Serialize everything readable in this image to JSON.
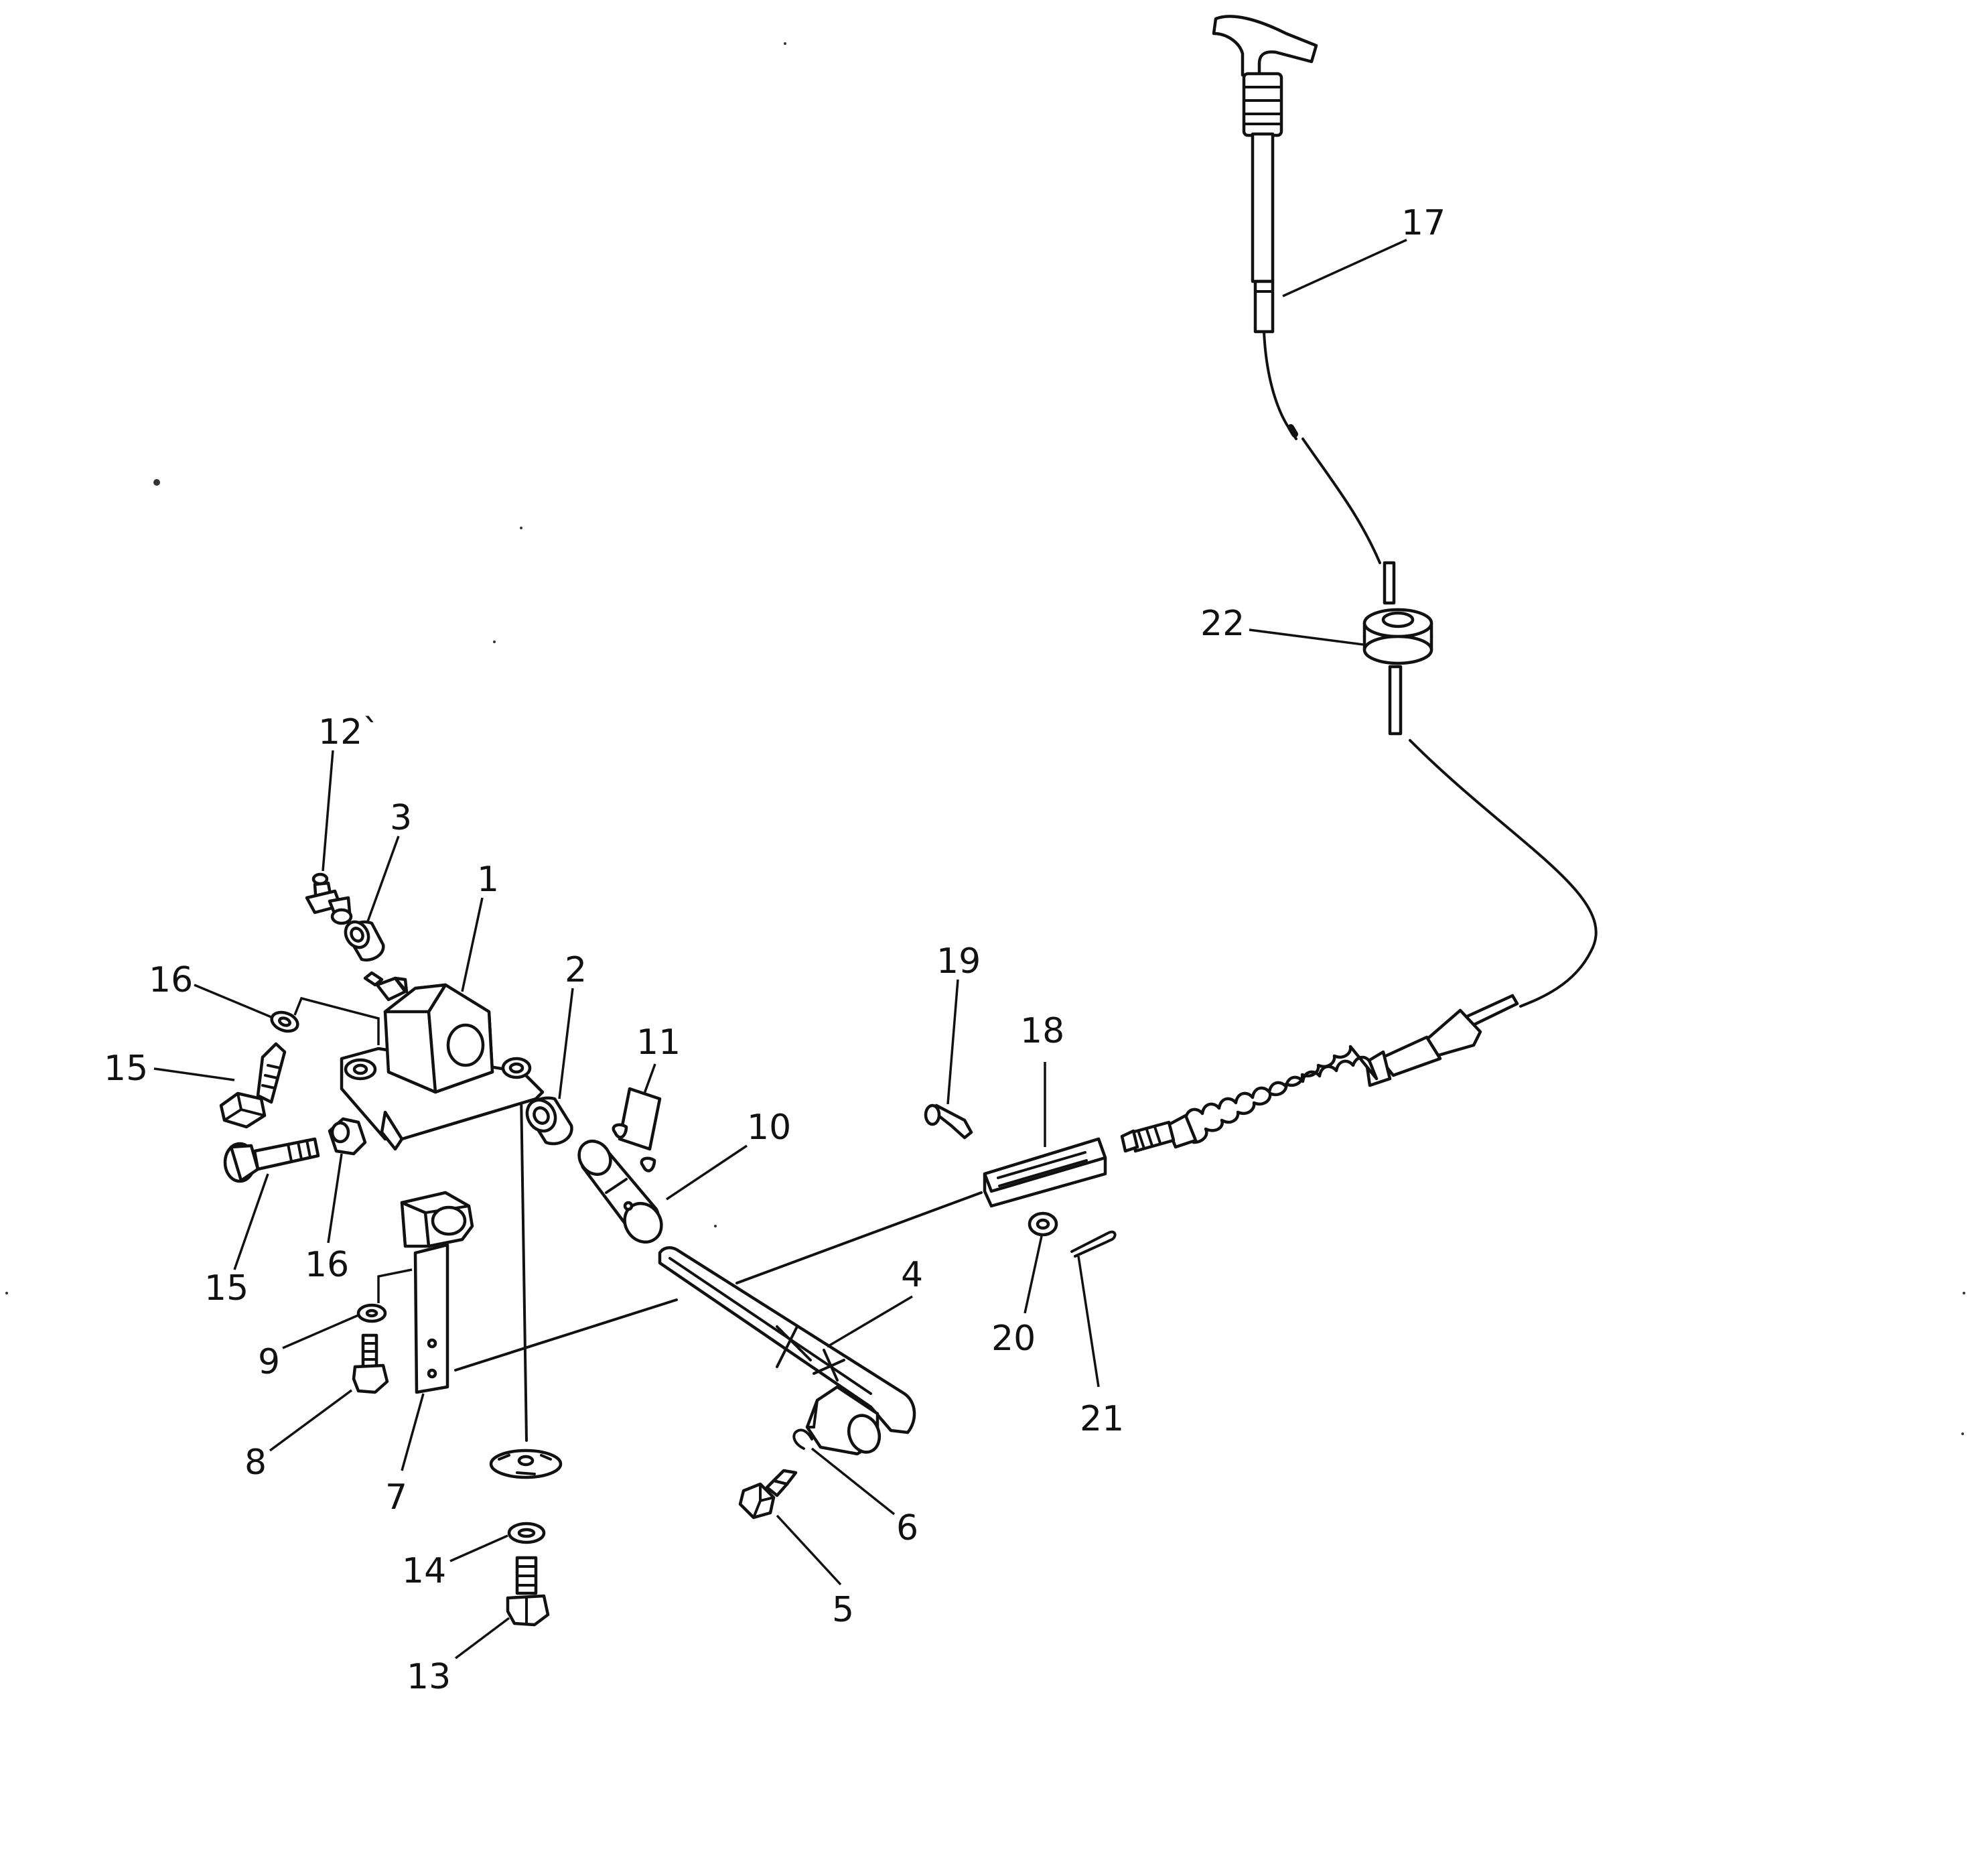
{
  "diagram": {
    "callouts": [
      {
        "id": "c1",
        "text": "1"
      },
      {
        "id": "c2",
        "text": "2"
      },
      {
        "id": "c3",
        "text": "3"
      },
      {
        "id": "c4",
        "text": "4"
      },
      {
        "id": "c5",
        "text": "5"
      },
      {
        "id": "c6",
        "text": "6"
      },
      {
        "id": "c7",
        "text": "7"
      },
      {
        "id": "c8",
        "text": "8"
      },
      {
        "id": "c9",
        "text": "9"
      },
      {
        "id": "c10",
        "text": "10"
      },
      {
        "id": "c11",
        "text": "11"
      },
      {
        "id": "c12",
        "text": "12`"
      },
      {
        "id": "c13",
        "text": "13"
      },
      {
        "id": "c14",
        "text": "14"
      },
      {
        "id": "c15a",
        "text": "15"
      },
      {
        "id": "c15b",
        "text": "15"
      },
      {
        "id": "c16a",
        "text": "16"
      },
      {
        "id": "c16b",
        "text": "16"
      },
      {
        "id": "c17",
        "text": "17"
      },
      {
        "id": "c18",
        "text": "18"
      },
      {
        "id": "c19",
        "text": "19"
      },
      {
        "id": "c20",
        "text": "20"
      },
      {
        "id": "c21",
        "text": "21"
      },
      {
        "id": "c22",
        "text": "22"
      }
    ]
  }
}
